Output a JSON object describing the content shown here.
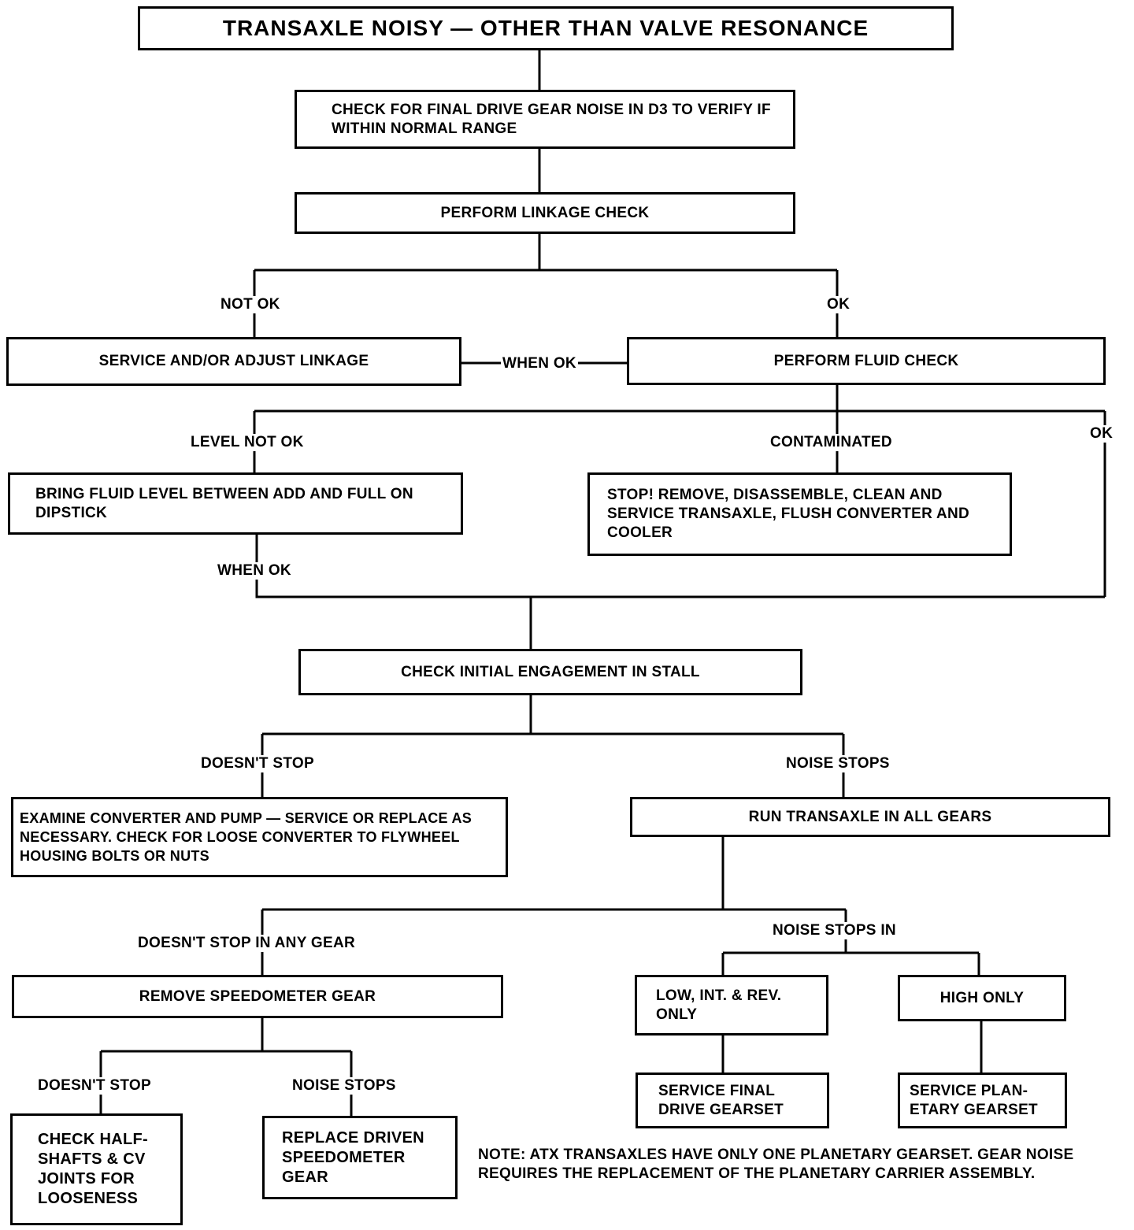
{
  "title": "TRANSAXLE NOISY — OTHER THAN VALVE RESONANCE",
  "steps": {
    "check_final_drive": "CHECK FOR FINAL DRIVE GEAR NOISE IN D3 TO VERIFY IF WITHIN NORMAL RANGE",
    "linkage_check": "PERFORM LINKAGE CHECK",
    "service_linkage": "SERVICE AND/OR ADJUST LINKAGE",
    "fluid_check": "PERFORM FLUID CHECK",
    "bring_fluid": "BRING FLUID LEVEL BETWEEN ADD AND FULL ON DIPSTICK",
    "stop_remove": "STOP! REMOVE, DISASSEMBLE, CLEAN AND SERVICE TRANSAXLE, FLUSH CONVERTER AND COOLER",
    "initial_engagement": "CHECK INITIAL ENGAGEMENT IN STALL",
    "examine_converter": "EXAMINE CONVERTER AND PUMP — SERVICE OR REPLACE AS NECESSARY. CHECK FOR LOOSE CONVERTER TO FLYWHEEL HOUSING BOLTS OR NUTS",
    "run_all_gears": "RUN TRANSAXLE IN ALL GEARS",
    "remove_speedo": "REMOVE SPEEDOMETER GEAR",
    "low_int_rev": "LOW, INT. & REV. ONLY",
    "high_only": "HIGH ONLY",
    "service_final": "SERVICE FINAL DRIVE GEARSET",
    "service_planetary": "SERVICE PLAN-ETARY GEARSET",
    "check_halfshafts": "CHECK HALF-SHAFTS & CV JOINTS FOR LOOSENESS",
    "replace_speedo": "REPLACE DRIVEN SPEEDOMETER GEAR"
  },
  "labels": {
    "not_ok": "NOT OK",
    "ok": "OK",
    "when_ok": "WHEN OK",
    "level_not_ok": "LEVEL NOT OK",
    "contaminated": "CONTAMINATED",
    "ok_right": "OK",
    "when_ok_2": "WHEN OK",
    "doesnt_stop": "DOESN'T STOP",
    "noise_stops": "NOISE STOPS",
    "doesnt_stop_any_gear": "DOESN'T STOP IN ANY GEAR",
    "noise_stops_in": "NOISE STOPS IN",
    "doesnt_stop_2": "DOESN'T STOP",
    "noise_stops_2": "NOISE STOPS"
  },
  "note": "NOTE: ATX TRANSAXLES HAVE ONLY ONE PLANETARY GEARSET. GEAR NOISE REQUIRES THE REPLACEMENT OF THE PLANETARY CARRIER ASSEMBLY."
}
